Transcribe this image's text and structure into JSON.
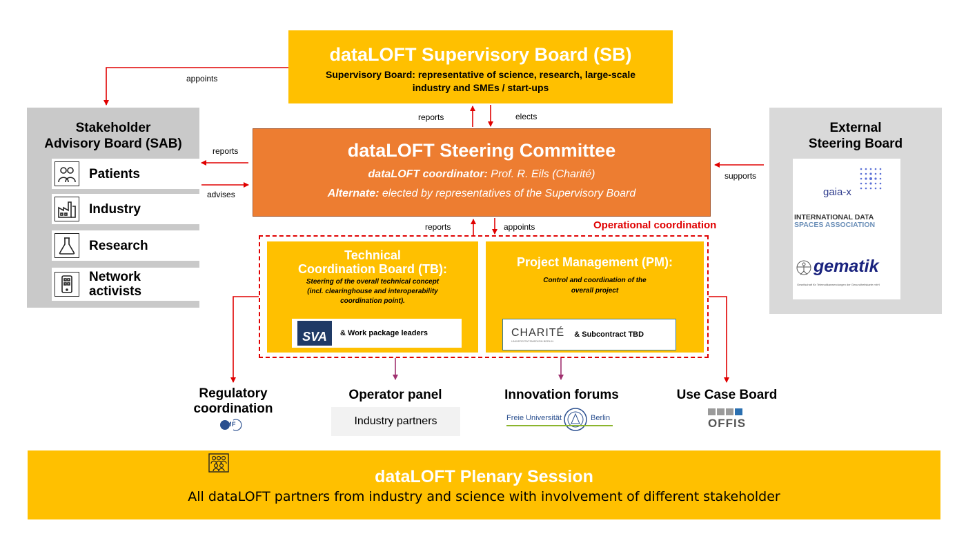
{
  "supervisory_board": {
    "title": "dataLOFT Supervisory Board (SB)",
    "subtitle_line1": "Supervisory Board: representative of science, research, large-scale",
    "subtitle_line2": "industry and SMEs / start-ups"
  },
  "steering_committee": {
    "title": "dataLOFT Steering Committee",
    "coordinator_label": "dataLOFT coordinator:",
    "coordinator_value": " Prof. R. Eils (Charité)",
    "alternate_label": "Alternate:",
    "alternate_value": " elected by representatives of the Supervisory Board"
  },
  "sab": {
    "title_line1": "Stakeholder",
    "title_line2": "Advisory Board (SAB)",
    "items": [
      {
        "label": "Patients",
        "icon": "patients-icon"
      },
      {
        "label": "Industry",
        "icon": "factory-icon"
      },
      {
        "label": "Research",
        "icon": "flask-icon"
      },
      {
        "label_line1": "Network",
        "label_line2": "activists",
        "icon": "phone-icon"
      }
    ]
  },
  "external_board": {
    "title_line1": "External",
    "title_line2": "Steering Board",
    "logo_gaiax": "gaia-x",
    "logo_ids_line1": "INTERNATIONAL DATA",
    "logo_ids_line2": "SPACES ASSOCIATION",
    "logo_gematik": "gematik",
    "logo_gematik_sub": "Gesellschaft für Telematikanwendungen der Gesundheitskarte mbH"
  },
  "edges": {
    "appoints_sab": "appoints",
    "reports_sb": "reports",
    "elects": "elects",
    "reports_sab": "reports",
    "advises": "advises",
    "supports": "supports",
    "reports_sc": "reports",
    "appoints_oc": "appoints"
  },
  "operational": {
    "label": "Operational coordination",
    "tb": {
      "title_line1": "Technical",
      "title_line2": "Coordination Board (TB):",
      "desc_line1": "Steering of the overall technical concept",
      "desc_line2": "(incl. clearinghouse and interoperability",
      "desc_line3": "coordination point).",
      "logo": "SVA",
      "partner": "& Work package leaders"
    },
    "pm": {
      "title": "Project Management (PM):",
      "desc_line1": "Control and coordination of the",
      "desc_line2": "overall project",
      "logo": "CHARITÉ",
      "logo_sub": "UNIVERSITÄTSMEDIZIN BERLIN",
      "partner": "& Subcontract TBD"
    }
  },
  "bottom": {
    "regulatory_line1": "Regulatory",
    "regulatory_line2": "coordination",
    "tmf_logo": "TMF",
    "operator": "Operator panel",
    "operator_sub": "Industry partners",
    "innovation": "Innovation forums",
    "fu_left": "Freie Universität",
    "fu_right": "Berlin",
    "usecase": "Use Case Board",
    "offis_logo": "OFFIS"
  },
  "plenary": {
    "title": "dataLOFT Plenary Session",
    "subtitle": "All dataLOFT partners from industry and science with involvement of different stakeholder"
  },
  "colors": {
    "gold": "#FFC000",
    "orange": "#ED7D31",
    "red": "#E00000",
    "purple": "#A0306F",
    "sab_grey": "#C9C9C9",
    "esb_grey": "#D9D9D9"
  }
}
